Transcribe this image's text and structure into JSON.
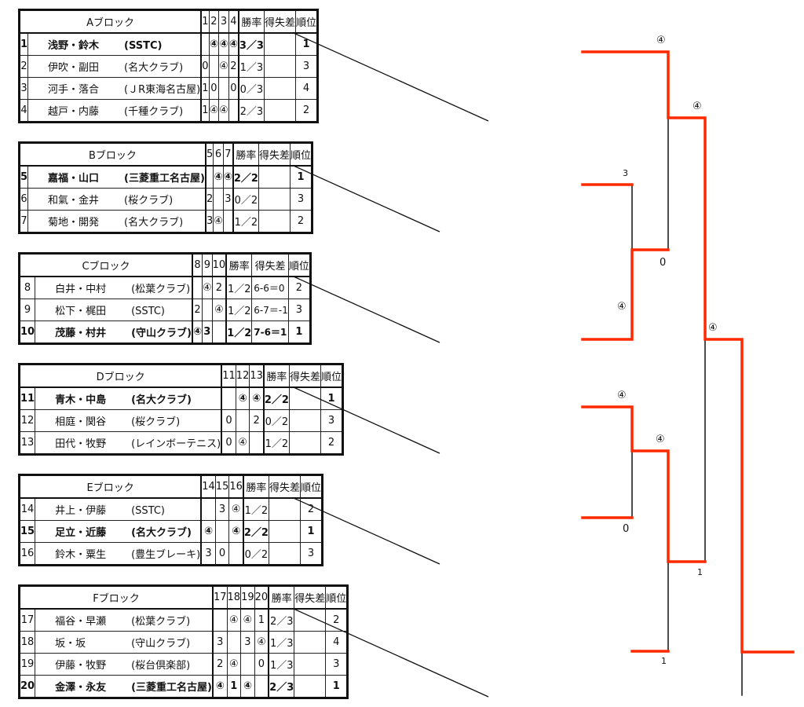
{
  "colors": {
    "winner_line": "#ff2a00",
    "line": "#111111"
  },
  "headers": {
    "win_rate": "勝率",
    "point_diff": "得失差",
    "rank": "順位"
  },
  "blocks": [
    {
      "title": "Aブロック",
      "cols": [
        "1",
        "2",
        "3",
        "4"
      ],
      "rows": [
        {
          "no": "1",
          "name": "浅野・鈴木",
          "team": "(SSTC)",
          "scores": [
            "",
            "④",
            "④",
            "④"
          ],
          "rate": "3／3",
          "diff": "",
          "rank": "1",
          "win": true
        },
        {
          "no": "2",
          "name": "伊吹・副田",
          "team": "(名大クラブ)",
          "scores": [
            "0",
            "",
            "④",
            "2"
          ],
          "rate": "1／3",
          "diff": "",
          "rank": "3"
        },
        {
          "no": "3",
          "name": "河手・落合",
          "team": "(ＪR東海名古屋)",
          "scores": [
            "1",
            "0",
            "",
            "0"
          ],
          "rate": "0／3",
          "diff": "",
          "rank": "4"
        },
        {
          "no": "4",
          "name": "越戸・内藤",
          "team": "(千種クラブ)",
          "scores": [
            "1",
            "④",
            "④",
            ""
          ],
          "rate": "2／3",
          "diff": "",
          "rank": "2"
        }
      ]
    },
    {
      "title": "Bブロック",
      "cols": [
        "5",
        "6",
        "7"
      ],
      "rows": [
        {
          "no": "5",
          "name": "嘉福・山口",
          "team": "(三菱重工名古屋)",
          "scores": [
            "",
            "④",
            "④"
          ],
          "rate": "2／2",
          "diff": "",
          "rank": "1",
          "win": true
        },
        {
          "no": "6",
          "name": "和氣・金井",
          "team": "(桜クラブ)",
          "scores": [
            "2",
            "",
            "3"
          ],
          "rate": "0／2",
          "diff": "",
          "rank": "3"
        },
        {
          "no": "7",
          "name": "菊地・開発",
          "team": "(名大クラブ)",
          "scores": [
            "3",
            "④",
            ""
          ],
          "rate": "1／2",
          "diff": "",
          "rank": "2"
        }
      ]
    },
    {
      "title": "Cブロック",
      "cols": [
        "8",
        "9",
        "10"
      ],
      "rows": [
        {
          "no": "8",
          "name": "白井・中村",
          "team": "(松葉クラブ)",
          "scores": [
            "",
            "④",
            "2"
          ],
          "rate": "1／2",
          "diff": "6-6＝0",
          "rank": "2"
        },
        {
          "no": "9",
          "name": "松下・梶田",
          "team": "(SSTC)",
          "scores": [
            "2",
            "",
            "④"
          ],
          "rate": "1／2",
          "diff": "6-7＝-1",
          "rank": "3"
        },
        {
          "no": "10",
          "name": "茂藤・村井",
          "team": "(守山クラブ)",
          "scores": [
            "④",
            "3",
            ""
          ],
          "rate": "1／2",
          "diff": "7-6＝1",
          "rank": "1",
          "win": true
        }
      ]
    },
    {
      "title": "Dブロック",
      "cols": [
        "11",
        "12",
        "13"
      ],
      "rows": [
        {
          "no": "11",
          "name": "青木・中島",
          "team": "(名大クラブ)",
          "scores": [
            "",
            "④",
            "④"
          ],
          "rate": "2／2",
          "diff": "",
          "rank": "1",
          "win": true
        },
        {
          "no": "12",
          "name": "相庭・関谷",
          "team": "(桜クラブ)",
          "scores": [
            "0",
            "",
            "2"
          ],
          "rate": "0／2",
          "diff": "",
          "rank": "3"
        },
        {
          "no": "13",
          "name": "田代・牧野",
          "team": "(レインボーテニス)",
          "scores": [
            "0",
            "④",
            ""
          ],
          "rate": "1／2",
          "diff": "",
          "rank": "2"
        }
      ]
    },
    {
      "title": "Eブロック",
      "cols": [
        "14",
        "15",
        "16"
      ],
      "rows": [
        {
          "no": "14",
          "name": "井上・伊藤",
          "team": "(SSTC)",
          "scores": [
            "",
            "3",
            "④"
          ],
          "rate": "1／2",
          "diff": "",
          "rank": "2"
        },
        {
          "no": "15",
          "name": "足立・近藤",
          "team": "(名大クラブ)",
          "scores": [
            "④",
            "",
            "④"
          ],
          "rate": "2／2",
          "diff": "",
          "rank": "1",
          "win": true
        },
        {
          "no": "16",
          "name": "鈴木・粟生",
          "team": "(豊生ブレーキ)",
          "scores": [
            "3",
            "0",
            ""
          ],
          "rate": "0／2",
          "diff": "",
          "rank": "3"
        }
      ]
    },
    {
      "title": "Fブロック",
      "cols": [
        "17",
        "18",
        "19",
        "20"
      ],
      "rows": [
        {
          "no": "17",
          "name": "福谷・早瀬",
          "team": "(松葉クラブ)",
          "scores": [
            "",
            "④",
            "④",
            "1"
          ],
          "rate": "2／3",
          "diff": "",
          "rank": "2"
        },
        {
          "no": "18",
          "name": "坂・坂",
          "team": "(守山クラブ)",
          "scores": [
            "3",
            "",
            "3",
            "④"
          ],
          "rate": "1／3",
          "diff": "",
          "rank": "4"
        },
        {
          "no": "19",
          "name": "伊藤・牧野",
          "team": "(桜台倶楽部)",
          "scores": [
            "2",
            "④",
            "",
            "0"
          ],
          "rate": "1／3",
          "diff": "",
          "rank": "3"
        },
        {
          "no": "20",
          "name": "金澤・永友",
          "team": "(三菱重工名古屋)",
          "scores": [
            "④",
            "1",
            "④",
            ""
          ],
          "rate": "2／3",
          "diff": "",
          "rank": "1",
          "win": true
        }
      ]
    }
  ],
  "bracket_scores": [
    "④",
    "④",
    "3",
    "0",
    "④",
    "④",
    "④",
    "④",
    "0",
    "1",
    "1"
  ]
}
